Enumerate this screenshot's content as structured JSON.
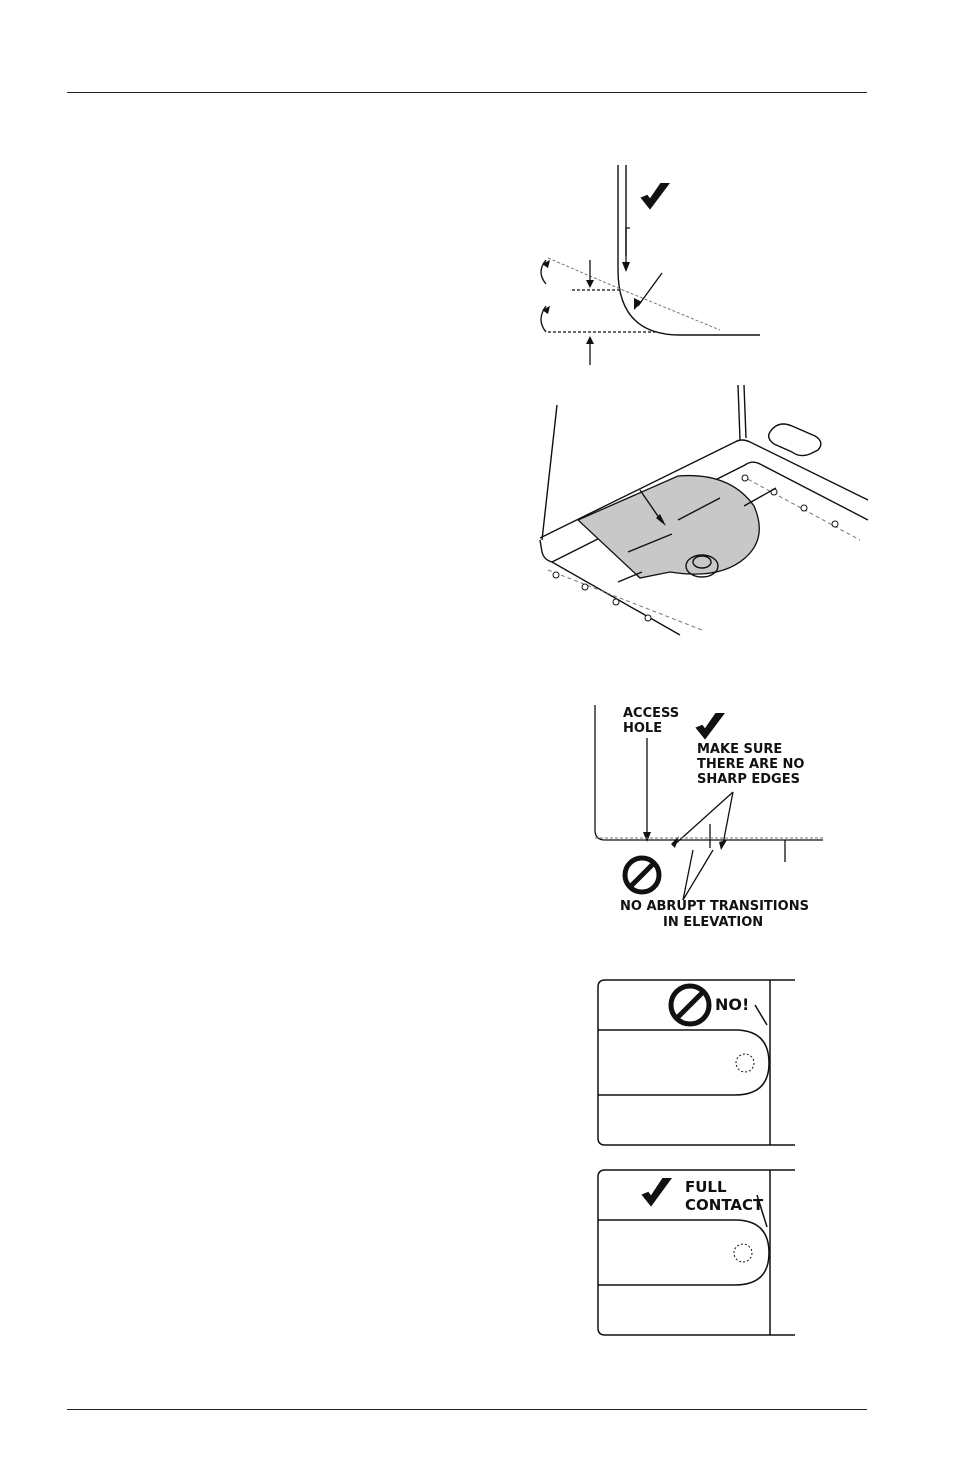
{
  "figure3": {
    "access_hole_line1": "ACCESS",
    "access_hole_line2": "HOLE",
    "no_sharp_line1": "MAKE SURE",
    "no_sharp_line2": "THERE ARE NO",
    "no_sharp_line3": "SHARP EDGES",
    "no_abrupt_line1": "NO ABRUPT TRANSITIONS",
    "no_abrupt_line2": "IN ELEVATION"
  },
  "figure4": {
    "no_label": "NO!"
  },
  "figure5": {
    "full_label_line1": "FULL",
    "full_label_line2": "CONTACT"
  },
  "icons": [
    "check-mark-icon",
    "prohibition-icon"
  ]
}
